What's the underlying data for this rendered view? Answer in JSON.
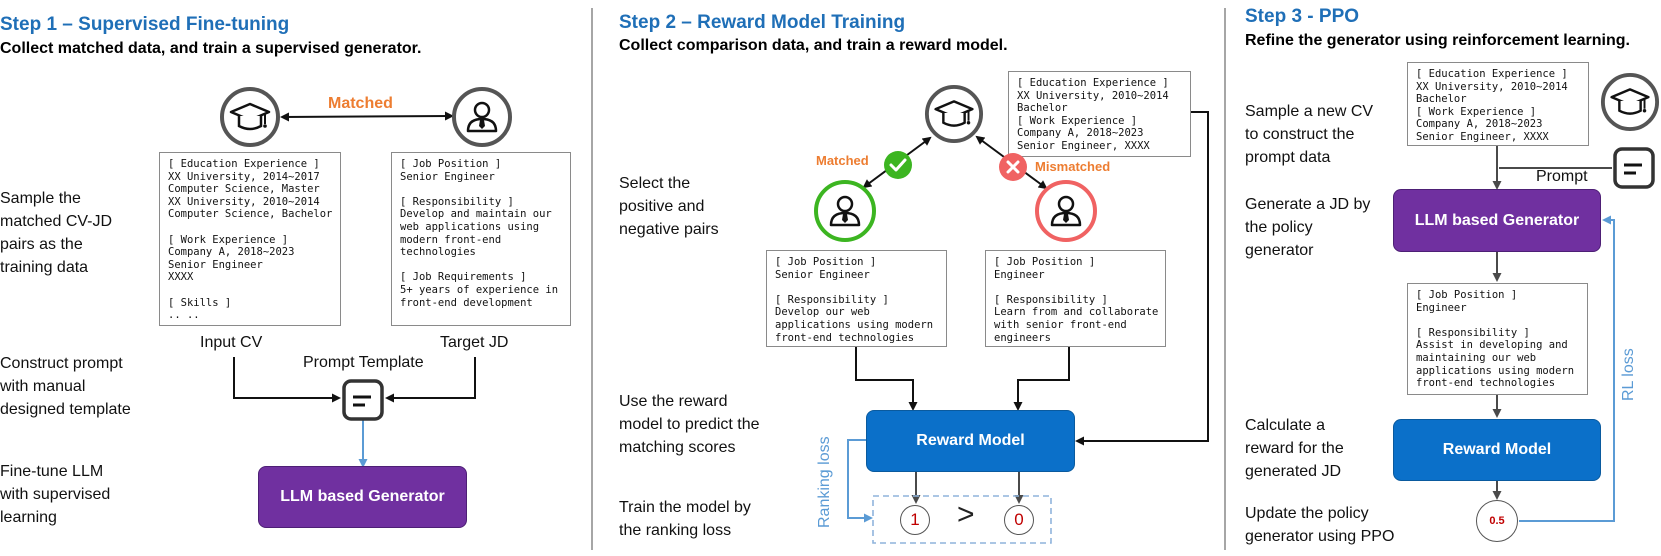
{
  "step1": {
    "title": "Step 1 – Supervised Fine-tuning",
    "subtitle": "Collect matched data, and train a supervised generator.",
    "desc_sample": [
      "Sample the",
      "matched CV-JD",
      "pairs as the",
      "training data"
    ],
    "desc_prompt": [
      "Construct prompt",
      "with manual",
      "designed template"
    ],
    "desc_finetune": [
      "Fine-tune LLM",
      "with supervised",
      "learning"
    ],
    "matched_label": "Matched",
    "cv_lines": [
      "[ Education Experience ]",
      "XX University, 2014~2017",
      "Computer Science, Master",
      "XX University, 2010~2014",
      "Computer Science, Bachelor",
      "",
      "[ Work Experience ]",
      "Company A, 2018~2023",
      "Senior Engineer",
      "XXXX",
      "",
      "[ Skills ]",
      ".. .."
    ],
    "jd_lines": [
      "[ Job Position ]",
      "Senior Engineer",
      "",
      "[ Responsibility ]",
      "Develop and maintain our",
      "web applications using",
      "modern front-end",
      "technologies",
      "",
      "[ Job Requirements ]",
      "5+ years of experience in",
      "front-end development"
    ],
    "input_cv_label": "Input CV",
    "target_jd_label": "Target JD",
    "prompt_template_label": "Prompt Template",
    "generator_label": "LLM based Generator"
  },
  "step2": {
    "title": "Step 2 – Reward Model Training",
    "subtitle": "Collect comparison data, and train a reward model.",
    "desc_select": [
      "Select the",
      "positive and",
      "negative pairs"
    ],
    "desc_use": [
      "Use the reward",
      "model to predict the",
      "matching scores"
    ],
    "desc_train": [
      "Train the model by",
      "the ranking loss"
    ],
    "matched_label": "Matched",
    "mismatched_label": "Mismatched",
    "cv_lines": [
      "[ Education Experience ]",
      "XX University, 2010~2014",
      "Bachelor",
      "[ Work Experience ]",
      "Company A, 2018~2023",
      "Senior Engineer, XXXX"
    ],
    "jd_pos_lines": [
      "[ Job Position ]",
      "Senior Engineer",
      "",
      "[ Responsibility ]",
      "Develop our web",
      "applications using modern",
      "front-end technologies"
    ],
    "jd_neg_lines": [
      "[ Job Position ]",
      "Engineer",
      "",
      "[ Responsibility ]",
      "Learn from and collaborate",
      "with senior front-end",
      "engineers"
    ],
    "reward_label": "Reward Model",
    "ranking_loss_label": "Ranking loss",
    "score_pos": "1",
    "score_neg": "0",
    "gt_symbol": ">"
  },
  "step3": {
    "title": "Step 3 - PPO",
    "subtitle": "Refine the generator using reinforcement learning.",
    "desc_sample": [
      "Sample a new CV",
      "to construct the",
      "prompt data"
    ],
    "desc_generate": [
      "Generate a JD by",
      "the policy",
      "generator"
    ],
    "desc_calc": [
      "Calculate a",
      "reward for the",
      "generated JD"
    ],
    "desc_update": [
      "Update the policy",
      "generator using PPO"
    ],
    "cv_lines": [
      "[ Education Experience ]",
      "XX University, 2010~2014",
      "Bachelor",
      "[ Work Experience ]",
      "Company A, 2018~2023",
      "Senior Engineer, XXXX"
    ],
    "prompt_label": "Prompt",
    "generator_label": "LLM based Generator",
    "jd_lines": [
      "[ Job Position ]",
      "Engineer",
      "",
      "[ Responsibility ]",
      "Assist in developing and",
      "maintaining our web",
      "applications using modern",
      "front-end technologies"
    ],
    "reward_label": "Reward Model",
    "score": "0.5",
    "rl_loss_label": "RL loss"
  },
  "colors": {
    "title_blue": "#1f6fb7",
    "generator_purple": "#7030a0",
    "reward_blue": "#0b70c9",
    "matched_orange": "#ed7d31",
    "check_green": "#3cb521",
    "cross_red": "#f06262",
    "loss_blue": "#5b9bd5",
    "score_red": "#c00000"
  },
  "icons": [
    "graduation-cap-icon",
    "person-icon",
    "template-icon",
    "check-icon",
    "cross-icon"
  ]
}
